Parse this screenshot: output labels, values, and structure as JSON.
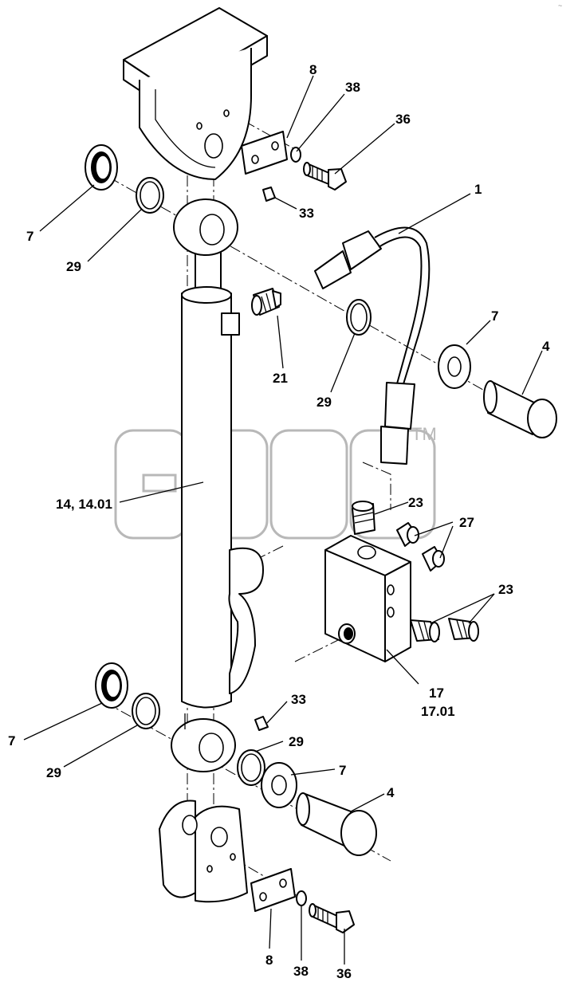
{
  "labels": {
    "l1": "1",
    "l4a": "4",
    "l4b": "4",
    "l7a": "7",
    "l7b": "7",
    "l7c": "7",
    "l7d": "7",
    "l8a": "8",
    "l8b": "8",
    "l14": "14, 14.01",
    "l17": "17",
    "l1701": "17.01",
    "l21": "21",
    "l23a": "23",
    "l23b": "23",
    "l27": "27",
    "l29a": "29",
    "l29b": "29",
    "l29c": "29",
    "l29d": "29",
    "l33a": "33",
    "l33b": "33",
    "l36a": "36",
    "l36b": "36",
    "l38a": "38",
    "l38b": "38"
  },
  "watermark": {
    "tm": "TM"
  },
  "corner_mark": "~"
}
